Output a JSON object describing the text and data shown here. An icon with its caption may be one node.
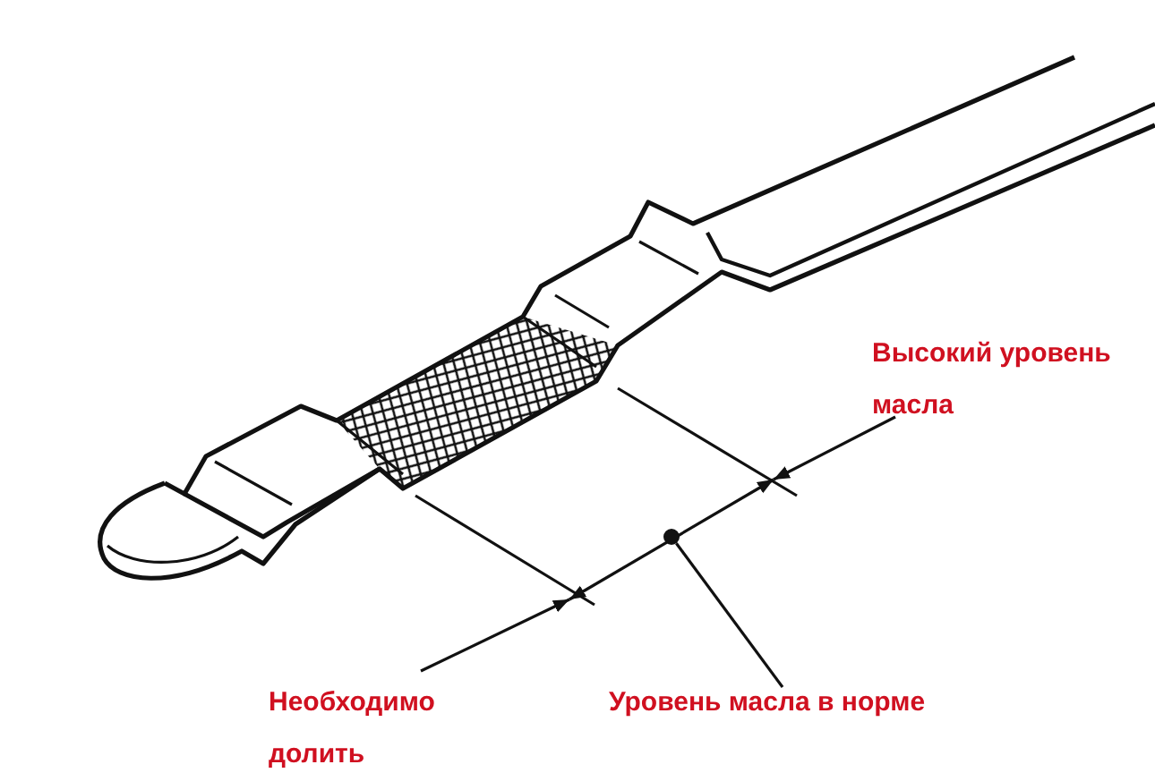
{
  "diagram": {
    "nodes": [
      {
        "text": [
          "Уровень масла в норме"
        ]
      },
      {
        "text": [],
        "shape": "circle"
      }
    ],
    "edges": [
      {
        "from": 0,
        "to": 1,
        "arrow": "none"
      }
    ],
    "labels": [
      "Высокий уровень масла",
      "Необходимо долить"
    ]
  }
}
